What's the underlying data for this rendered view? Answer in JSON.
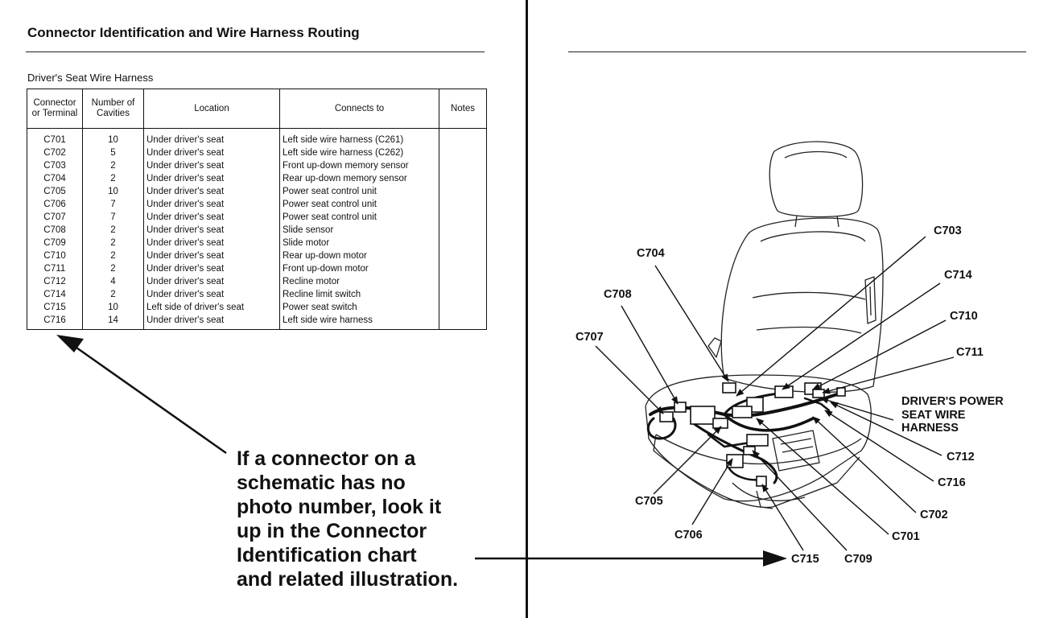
{
  "left_page": {
    "title": "Connector Identification and Wire Harness Routing",
    "table_caption": "Driver's Seat Wire Harness",
    "columns": [
      "Connector or Terminal",
      "Number of Cavities",
      "Location",
      "Connects to",
      "Notes"
    ],
    "rows": [
      {
        "connector": "C701",
        "cavities": "10",
        "location": "Under driver's seat",
        "connects_to": "Left side wire harness (C261)",
        "notes": ""
      },
      {
        "connector": "C702",
        "cavities": "5",
        "location": "Under driver's seat",
        "connects_to": "Left side wire harness (C262)",
        "notes": ""
      },
      {
        "connector": "C703",
        "cavities": "2",
        "location": "Under driver's seat",
        "connects_to": "Front up-down memory sensor",
        "notes": ""
      },
      {
        "connector": "C704",
        "cavities": "2",
        "location": "Under driver's seat",
        "connects_to": "Rear up-down memory sensor",
        "notes": ""
      },
      {
        "connector": "C705",
        "cavities": "10",
        "location": "Under driver's seat",
        "connects_to": "Power seat control unit",
        "notes": ""
      },
      {
        "connector": "C706",
        "cavities": "7",
        "location": "Under driver's seat",
        "connects_to": "Power seat control unit",
        "notes": ""
      },
      {
        "connector": "C707",
        "cavities": "7",
        "location": "Under driver's seat",
        "connects_to": "Power seat control unit",
        "notes": ""
      },
      {
        "connector": "C708",
        "cavities": "2",
        "location": "Under driver's seat",
        "connects_to": "Slide sensor",
        "notes": ""
      },
      {
        "connector": "C709",
        "cavities": "2",
        "location": "Under driver's seat",
        "connects_to": "Slide motor",
        "notes": ""
      },
      {
        "connector": "C710",
        "cavities": "2",
        "location": "Under driver's seat",
        "connects_to": "Rear up-down motor",
        "notes": ""
      },
      {
        "connector": "C711",
        "cavities": "2",
        "location": "Under driver's seat",
        "connects_to": "Front up-down motor",
        "notes": ""
      },
      {
        "connector": "C712",
        "cavities": "4",
        "location": "Under driver's seat",
        "connects_to": "Recline motor",
        "notes": ""
      },
      {
        "connector": "C714",
        "cavities": "2",
        "location": "Under driver's seat",
        "connects_to": "Recline limit switch",
        "notes": ""
      },
      {
        "connector": "C715",
        "cavities": "10",
        "location": "Left side of driver's seat",
        "connects_to": "Power seat switch",
        "notes": ""
      },
      {
        "connector": "C716",
        "cavities": "14",
        "location": "Under driver's seat",
        "connects_to": "Left side wire harness",
        "notes": ""
      }
    ],
    "callout_lines": [
      "If a connector on a",
      "schematic has no",
      "photo number, look it",
      "up in the Connector",
      "Identification chart",
      "and related illustration."
    ]
  },
  "right_page": {
    "harness_label_lines": [
      "DRIVER'S POWER",
      "SEAT WIRE",
      "HARNESS"
    ],
    "connector_labels": {
      "c703": "C703",
      "c704": "C704",
      "c714": "C714",
      "c708": "C708",
      "c710": "C710",
      "c707": "C707",
      "c711": "C711",
      "c712": "C712",
      "c716": "C716",
      "c705": "C705",
      "c702": "C702",
      "c706": "C706",
      "c701": "C701",
      "c715": "C715",
      "c709": "C709"
    }
  }
}
